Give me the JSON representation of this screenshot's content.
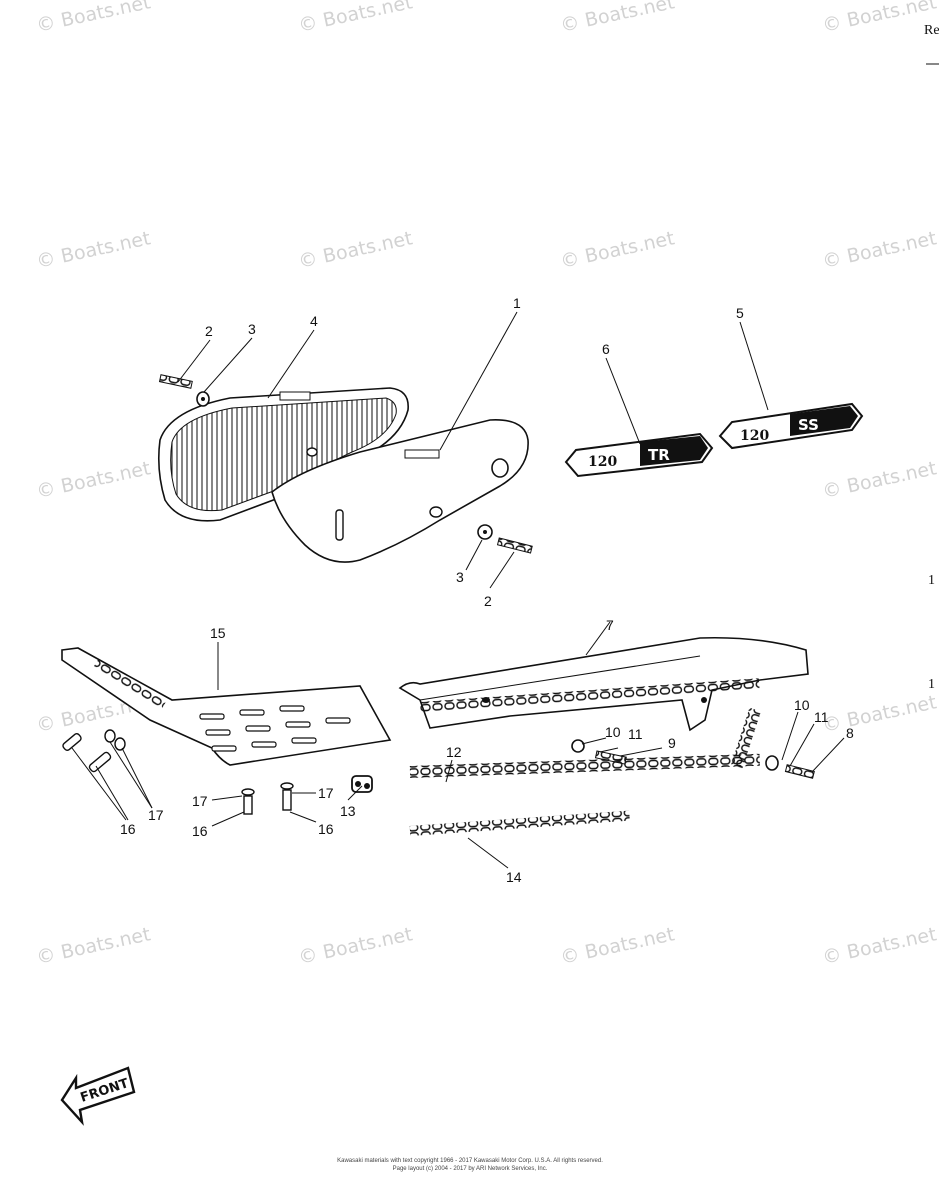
{
  "watermark": "© Boats.net",
  "edge_labels": [
    "Re",
    "1",
    "1"
  ],
  "callouts": [
    {
      "id": "1",
      "text": "1"
    },
    {
      "id": "2",
      "text": "2"
    },
    {
      "id": "3",
      "text": "3"
    },
    {
      "id": "4",
      "text": "4"
    },
    {
      "id": "5",
      "text": "5"
    },
    {
      "id": "6",
      "text": "6"
    },
    {
      "id": "2b",
      "text": "2"
    },
    {
      "id": "3b",
      "text": "3"
    },
    {
      "id": "7",
      "text": "7"
    },
    {
      "id": "8",
      "text": "8"
    },
    {
      "id": "9",
      "text": "9"
    },
    {
      "id": "10",
      "text": "10"
    },
    {
      "id": "10b",
      "text": "10"
    },
    {
      "id": "11",
      "text": "11"
    },
    {
      "id": "11b",
      "text": "11"
    },
    {
      "id": "12",
      "text": "12"
    },
    {
      "id": "13",
      "text": "13"
    },
    {
      "id": "14",
      "text": "14"
    },
    {
      "id": "15",
      "text": "15"
    },
    {
      "id": "16a",
      "text": "16"
    },
    {
      "id": "16b",
      "text": "16"
    },
    {
      "id": "16c",
      "text": "16"
    },
    {
      "id": "17a",
      "text": "17"
    },
    {
      "id": "17b",
      "text": "17"
    },
    {
      "id": "17c",
      "text": "17"
    }
  ],
  "emblems": {
    "tr": {
      "number": "120",
      "letters": "TR"
    },
    "ss": {
      "number": "120",
      "letters": "SS"
    }
  },
  "front_arrow": {
    "label": "FRONT"
  },
  "footer": {
    "line1": "Kawasaki materials with text copyright 1966 - 2017 Kawasaki Motor Corp. U.S.A. All rights reserved.",
    "line2": "Page layout (c) 2004 - 2017 by ARI Network Services, Inc."
  }
}
